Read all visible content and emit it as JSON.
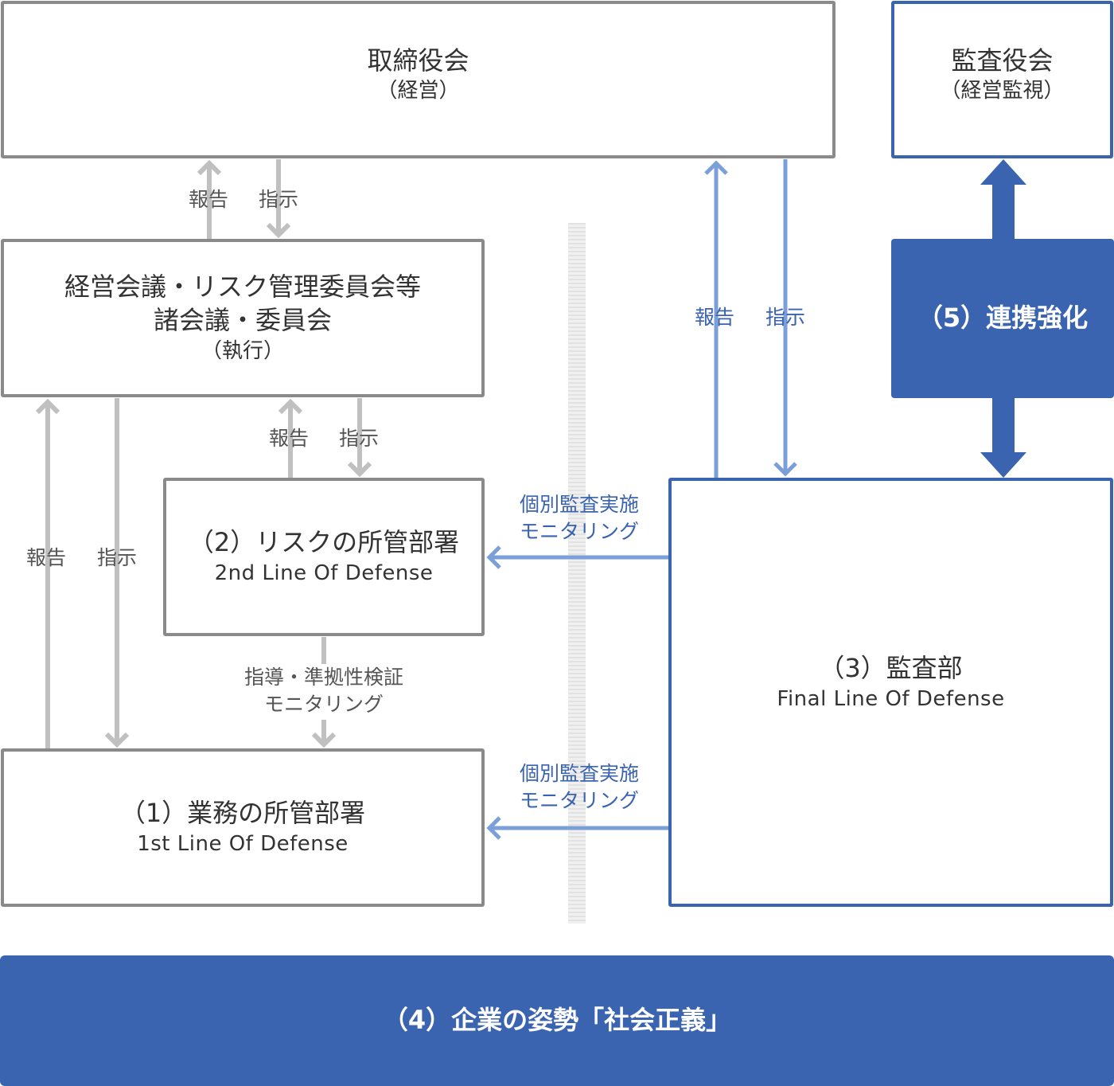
{
  "board": {
    "title": "取締役会",
    "sub": "（経営）"
  },
  "auditors": {
    "title": "監査役会",
    "sub": "（経営監視）"
  },
  "committees": {
    "line1": "経営会議・リスク管理委員会等",
    "line2": "諸会議・委員会",
    "sub": "（執行）"
  },
  "risk_dept": {
    "title": "（2）リスクの所管部署",
    "en": "2nd Line Of Defense"
  },
  "audit_dept": {
    "title": "（3）監査部",
    "en": "Final Line Of Defense"
  },
  "business_dept": {
    "title": "（1）業務の所管部署",
    "en": "1st Line Of Defense"
  },
  "cooperation": {
    "label": "（5）連携強化"
  },
  "foundation": {
    "label": "（4）企業の姿勢「社会正義」"
  },
  "labels": {
    "report": "報告",
    "instruct": "指示",
    "audit_line1": "個別監査実施",
    "audit_line2": "モニタリング",
    "guidance_line1": "指導・準拠性検証",
    "guidance_line2": "モニタリング"
  },
  "colors": {
    "gray_arrow": "#c0c0c0",
    "blue_arrow": "#7b9fd8",
    "brand_blue": "#3a63b0",
    "box_border_gray": "#8a8a8a"
  }
}
